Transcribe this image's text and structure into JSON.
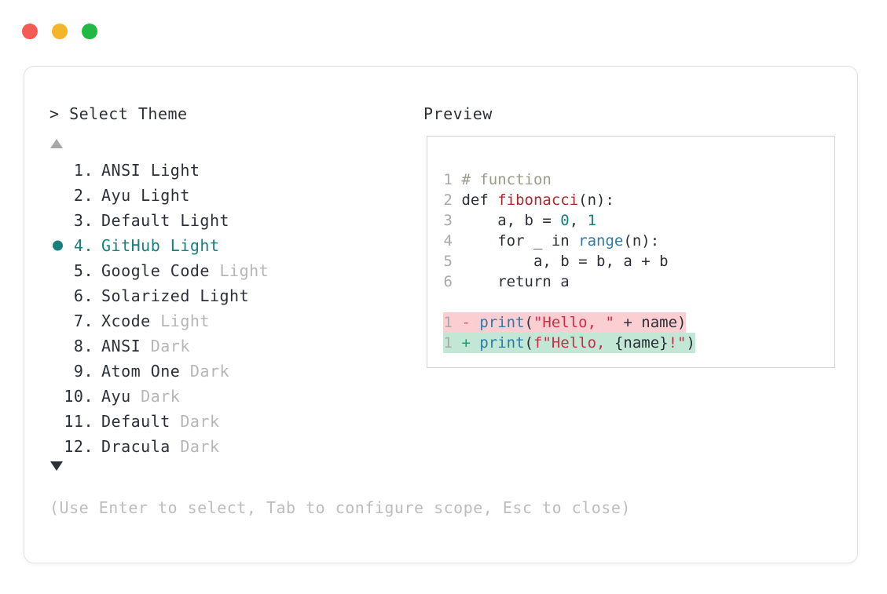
{
  "window": {
    "traffic_lights": [
      {
        "name": "close",
        "color": "#f45b55"
      },
      {
        "name": "minimize",
        "color": "#f5b528"
      },
      {
        "name": "maximize",
        "color": "#1fb943"
      }
    ]
  },
  "prompt": {
    "text": "> Select Theme"
  },
  "preview": {
    "label": "Preview"
  },
  "scroll": {
    "up_icon": "triangle-up",
    "down_icon": "triangle-down"
  },
  "accent_color": "#16807e",
  "themes": [
    {
      "num": "1.",
      "name": "ANSI",
      "variant": "Light",
      "variant_muted": false,
      "selected": false
    },
    {
      "num": "2.",
      "name": "Ayu",
      "variant": "Light",
      "variant_muted": false,
      "selected": false
    },
    {
      "num": "3.",
      "name": "Default",
      "variant": "Light",
      "variant_muted": false,
      "selected": false
    },
    {
      "num": "4.",
      "name": "GitHub",
      "variant": "Light",
      "variant_muted": false,
      "selected": true
    },
    {
      "num": "5.",
      "name": "Google Code",
      "variant": "Light",
      "variant_muted": true,
      "selected": false
    },
    {
      "num": "6.",
      "name": "Solarized",
      "variant": "Light",
      "variant_muted": false,
      "selected": false
    },
    {
      "num": "7.",
      "name": "Xcode",
      "variant": "Light",
      "variant_muted": true,
      "selected": false
    },
    {
      "num": "8.",
      "name": "ANSI",
      "variant": "Dark",
      "variant_muted": true,
      "selected": false
    },
    {
      "num": "9.",
      "name": "Atom One",
      "variant": "Dark",
      "variant_muted": true,
      "selected": false
    },
    {
      "num": "10.",
      "name": "Ayu",
      "variant": "Dark",
      "variant_muted": true,
      "selected": false
    },
    {
      "num": "11.",
      "name": "Default",
      "variant": "Dark",
      "variant_muted": true,
      "selected": false
    },
    {
      "num": "12.",
      "name": "Dracula",
      "variant": "Dark",
      "variant_muted": true,
      "selected": false
    }
  ],
  "hint": {
    "text": "(Use Enter to select, Tab to configure scope, Esc to close)"
  },
  "code": {
    "lines": [
      {
        "ln": "1",
        "tokens": [
          {
            "t": "# function",
            "c": "cmt"
          }
        ]
      },
      {
        "ln": "2",
        "tokens": [
          {
            "t": "def ",
            "c": "kw"
          },
          {
            "t": "fibonacci",
            "c": "fn"
          },
          {
            "t": "(n):",
            "c": "kw"
          }
        ]
      },
      {
        "ln": "3",
        "tokens": [
          {
            "t": "    a, b = ",
            "c": "kw"
          },
          {
            "t": "0",
            "c": "num"
          },
          {
            "t": ", ",
            "c": "kw"
          },
          {
            "t": "1",
            "c": "num"
          }
        ]
      },
      {
        "ln": "4",
        "tokens": [
          {
            "t": "    for _ in ",
            "c": "kw"
          },
          {
            "t": "range",
            "c": "blt"
          },
          {
            "t": "(n):",
            "c": "kw"
          }
        ]
      },
      {
        "ln": "5",
        "tokens": [
          {
            "t": "        a, b = b, a + b",
            "c": "kw"
          }
        ]
      },
      {
        "ln": "6",
        "tokens": [
          {
            "t": "    return a",
            "c": "kw"
          }
        ]
      }
    ],
    "diff": [
      {
        "ln": "1",
        "sign": "-",
        "kind": "del",
        "tokens": [
          {
            "t": "print",
            "c": "blt"
          },
          {
            "t": "(",
            "c": "kw"
          },
          {
            "t": "\"Hello, \"",
            "c": "str"
          },
          {
            "t": " + name)",
            "c": "kw"
          }
        ]
      },
      {
        "ln": "1",
        "sign": "+",
        "kind": "add",
        "tokens": [
          {
            "t": "print",
            "c": "blt"
          },
          {
            "t": "(",
            "c": "kw"
          },
          {
            "t": "f\"Hello, ",
            "c": "str"
          },
          {
            "t": "{name}",
            "c": "kw"
          },
          {
            "t": "!\"",
            "c": "str"
          },
          {
            "t": ")",
            "c": "kw"
          }
        ]
      }
    ]
  },
  "syntax_colors": {
    "comment": "#9b9b8b",
    "function": "#b3262a",
    "number": "#167c7c",
    "builtin": "#2a7ab0",
    "string": "#d32a4a",
    "plain": "#2c3038",
    "linenum": "#a9a9a9",
    "diff_del_bg": "#fbced2",
    "diff_add_bg": "#c2e7d4"
  }
}
